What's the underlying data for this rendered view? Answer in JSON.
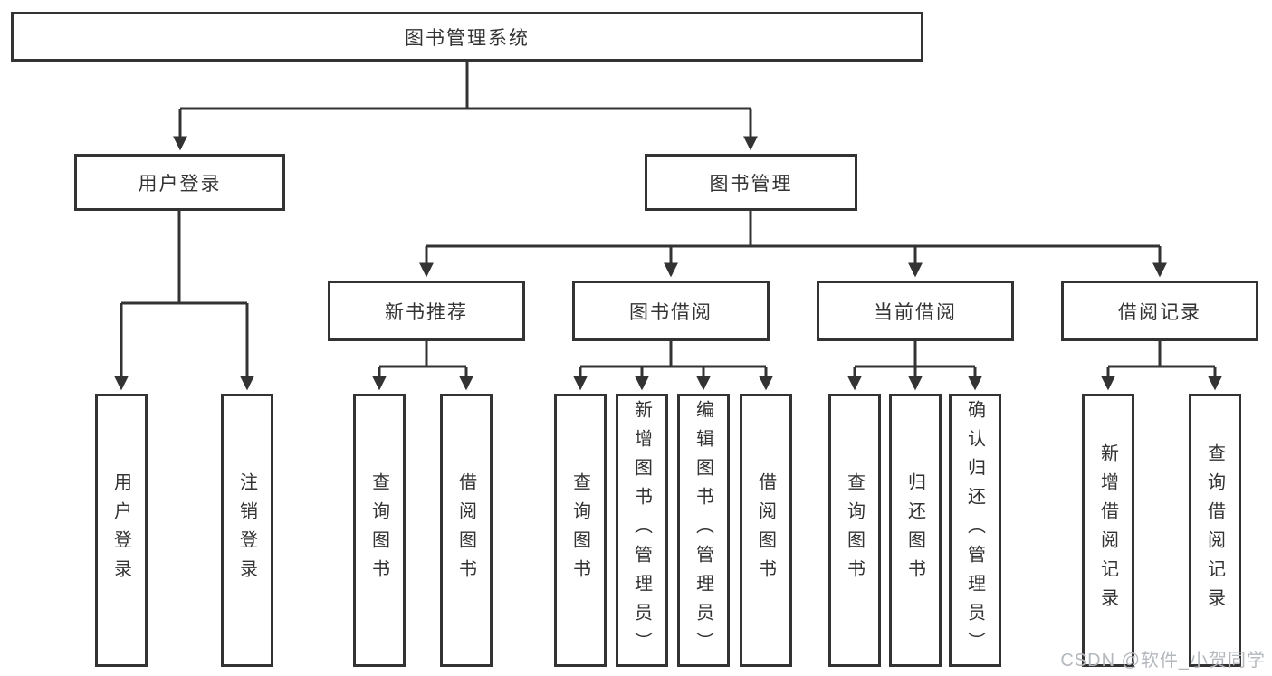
{
  "tree": {
    "root": {
      "label": "图书管理系统",
      "children": [
        {
          "label": "用户登录",
          "children": [
            {
              "label": "用户登录"
            },
            {
              "label": "注销登录"
            }
          ]
        },
        {
          "label": "图书管理",
          "children": [
            {
              "label": "新书推荐",
              "children": [
                {
                  "label": "查询图书"
                },
                {
                  "label": "借阅图书"
                }
              ]
            },
            {
              "label": "图书借阅",
              "children": [
                {
                  "label": "查询图书"
                },
                {
                  "label": "新增图书（管理员）"
                },
                {
                  "label": "编辑图书（管理员）"
                },
                {
                  "label": "借阅图书"
                }
              ]
            },
            {
              "label": "当前借阅",
              "children": [
                {
                  "label": "查询图书"
                },
                {
                  "label": "归还图书"
                },
                {
                  "label": "确认归还（管理员）"
                }
              ]
            },
            {
              "label": "借阅记录",
              "children": [
                {
                  "label": "新增借阅记录"
                },
                {
                  "label": "查询借阅记录"
                }
              ]
            }
          ]
        }
      ]
    }
  },
  "watermark": {
    "text": "CSDN @软件_小贺同学"
  },
  "colors": {
    "line": "#333333",
    "text": "#333333",
    "box_background": "#ffffff",
    "watermark": "#b4b8bd",
    "background": "#ffffff"
  }
}
